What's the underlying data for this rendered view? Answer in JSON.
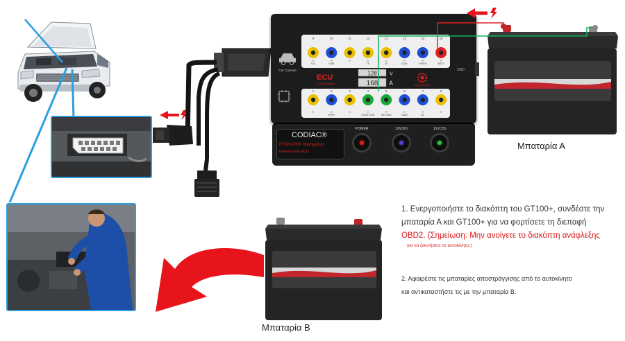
{
  "device": {
    "car_connect_label": "Car Connect",
    "ecu_label": "ECU",
    "ecu_sub_label": "ECU Connection",
    "tool_connect_label": "Tool Connector",
    "voltage_value": "128",
    "voltage_unit": "V",
    "current_value": "168",
    "current_unit": "A",
    "obd_side_label": "OBD",
    "top_pins": [
      {
        "num": "9",
        "name": "TAC",
        "color": "#e8c000"
      },
      {
        "num": "10",
        "name": "OJM",
        "color": "#1d4fd6"
      },
      {
        "num": "11",
        "name": "",
        "color": "#e8c000"
      },
      {
        "num": "12",
        "name": "TS",
        "color": "#e8c000"
      },
      {
        "num": "13",
        "name": "TE",
        "color": "#e8c000"
      },
      {
        "num": "14",
        "name": "CANL",
        "color": "#1d4fd6"
      },
      {
        "num": "15",
        "name": "WSPD",
        "color": "#1d4fd6"
      },
      {
        "num": "16",
        "name": "BAT+",
        "color": "#e02020"
      }
    ],
    "bottom_pins": [
      {
        "num": "1",
        "name": "",
        "color": "#e8c000"
      },
      {
        "num": "2",
        "name": "VPW+",
        "color": "#1d4fd6"
      },
      {
        "num": "3",
        "name": "",
        "color": "#e8c000"
      },
      {
        "num": "4",
        "name": "CHAS GND",
        "color": "#18a83a"
      },
      {
        "num": "5",
        "name": "SIG GND",
        "color": "#18a83a"
      },
      {
        "num": "6",
        "name": "CANH",
        "color": "#1d4fd6"
      },
      {
        "num": "7",
        "name": "SIL",
        "color": "#1d4fd6"
      },
      {
        "num": "8",
        "name": "",
        "color": "#e8c000"
      }
    ],
    "brand": "CODIAC®",
    "lcd_line1": "07100-0000 Χαρτιμμένο",
    "lcd_line2": "Επικοινωνία ECU",
    "switches": [
      {
        "label": "POWER",
        "led_color": "#e02020"
      },
      {
        "label": "12V(30)",
        "led_color": "#5a3fd0"
      },
      {
        "label": "12V(15)",
        "led_color": "#2ec04a"
      }
    ]
  },
  "battery_a_label": "Μπαταρία Α",
  "battery_b_label": "Μπαταρία Β",
  "step1": {
    "line1": "1. Ενεργοποιήστε το διακόπτη του GT100+, συνδέστε την",
    "line2": "μπαταρία Α και GT100+ για να φορτίσετε τη διεπαφή",
    "warning": "OBD2. (Σημείωση: Μην ανοίγετε το διακόπτη ανάφλεξης",
    "warning_sub": "για να ξεκινήσετε το αυτοκίνητο.)"
  },
  "step2": {
    "line1": "2. Αφαιρέστε τις μπαταρίες αποστράγγισης από το αυτοκίνητο",
    "line2": "και αντικαταστήστε τις με την μπαταρία Β."
  },
  "colors": {
    "arrow_red": "#e8141b",
    "connector_blue": "#2b9ee0",
    "wire_green": "#10b060",
    "wire_red": "#e02020",
    "device_body": "#1c1c1c"
  },
  "icons": [
    "lightning-bolt-icon",
    "left-arrow-icon",
    "car-icon",
    "ecu-chip-icon",
    "gear-icon"
  ]
}
